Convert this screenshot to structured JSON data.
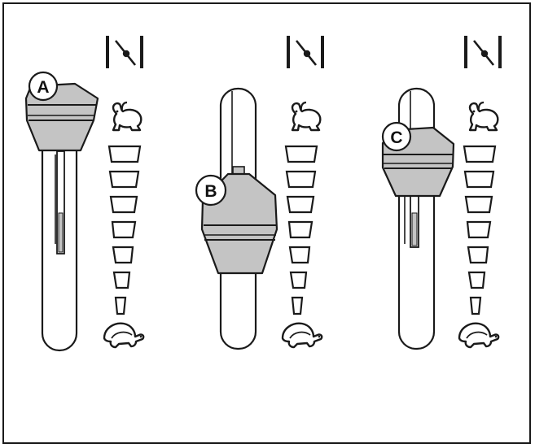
{
  "diagram": {
    "callouts": [
      {
        "label": "A"
      },
      {
        "label": "B"
      },
      {
        "label": "C"
      }
    ],
    "speed_scale": {
      "fast_icon": "rabbit-icon",
      "slow_icon": "turtle-icon",
      "engage_icon": "lever-engage-icon",
      "segment_count": 7
    },
    "colors": {
      "lever_fill": "#c4c4c4",
      "outline": "#1a1a1a",
      "background": "#ffffff"
    }
  }
}
